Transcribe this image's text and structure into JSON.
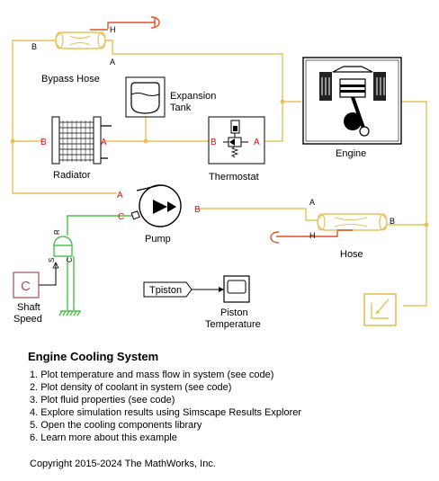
{
  "diagram": {
    "blocks": {
      "bypass_hose": "Bypass Hose",
      "expansion_tank_line1": "Expansion",
      "expansion_tank_line2": "Tank",
      "radiator": "Radiator",
      "thermostat": "Thermostat",
      "engine": "Engine",
      "pump": "Pump",
      "hose": "Hose",
      "shaft_speed_line1": "Shaft",
      "shaft_speed_line2": "Speed",
      "piston_temperature_line1": "Piston",
      "piston_temperature_line2": "Temperature",
      "tpiston_goto": "Tpiston",
      "shaft_speed_const": "C"
    },
    "ports": {
      "a": "A",
      "b": "B",
      "h": "H",
      "r": "R",
      "c": "C",
      "s": "S"
    },
    "colors": {
      "thermal_liquid": "#e8c05a",
      "thermal": "#e05020",
      "mechanical": "#4cbf4c",
      "signal": "#000000",
      "port_label": "#dd1111",
      "const_block": "#a05050"
    }
  },
  "title": "Engine Cooling System",
  "links": [
    "1. Plot temperature and mass flow in system (see code)",
    "2. Plot density of coolant in system (see code)",
    "3. Plot fluid properties (see code)",
    "4. Explore simulation results using Simscape Results Explorer",
    "5. Open the cooling components library",
    "6. Learn more about this example"
  ],
  "copyright": "Copyright 2015-2024 The MathWorks, Inc."
}
